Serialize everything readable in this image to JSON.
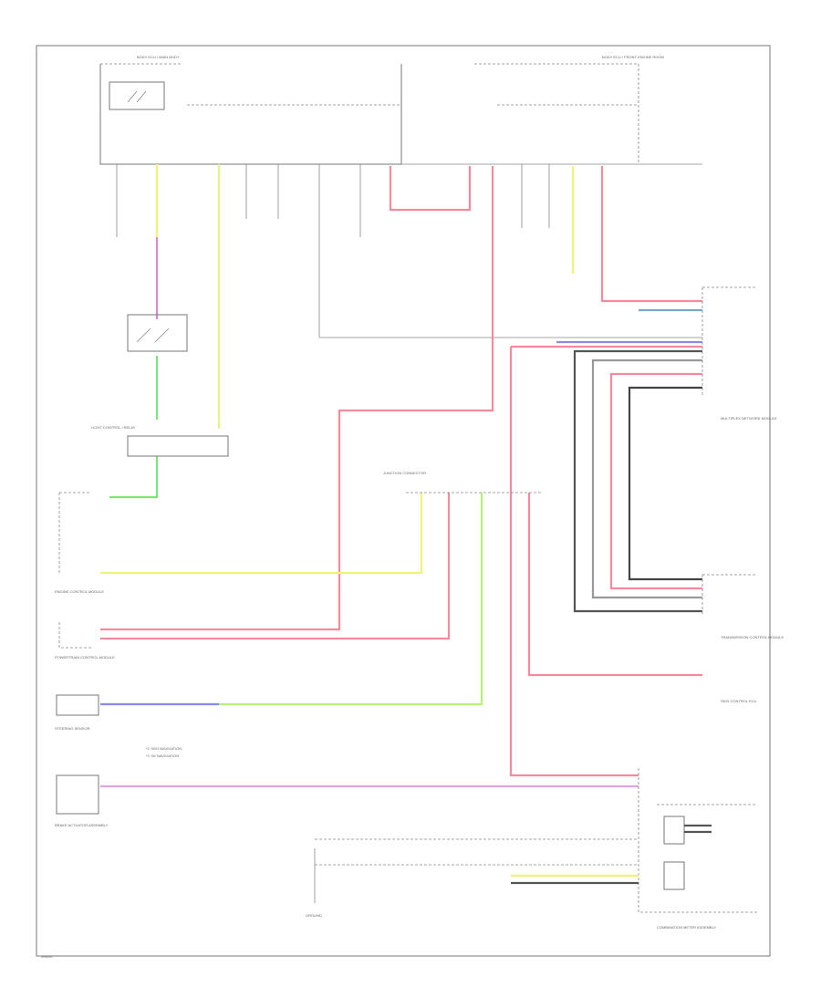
{
  "diagram": {
    "footer_code": "W0000",
    "components": {
      "top_left_module": "BODY ECU / MAIN BODY",
      "top_right_module": "BODY ECU / FRONT ENGINE ROOM",
      "left_control_box": "LIGHT CONTROL / RELAY",
      "engine_control": "ENGINE CONTROL MODULE",
      "powertrain_control": "POWERTRAIN CONTROL MODULE",
      "steering_sensor": "STEERING SENSOR",
      "brake_actuator": "BRAKE ACTUATOR ASSEMBLY",
      "connector_center": "JUNCTION CONNECTOR",
      "right_upper_module": "MULTIPLEX NETWORK MODULE",
      "right_mid_module": "TRANSMISSION CONTROL MODULE",
      "right_low_module": "SKID CONTROL ECU",
      "bottom_right_module": "COMBINATION METER ASSEMBLY",
      "ground_label": "GROUND",
      "legend_1": "*1: W/O NAVIGATION",
      "legend_2": "*2: W/ NAVIGATION"
    },
    "wire_colors": {
      "yellow": "#f2f27a",
      "pink": "#f58a9e",
      "green": "#7ee57e",
      "blue": "#8a8ae8",
      "magenta": "#d98ad9",
      "light_green": "#b8ef7a",
      "dark": "#555555",
      "gray": "#999999"
    }
  }
}
